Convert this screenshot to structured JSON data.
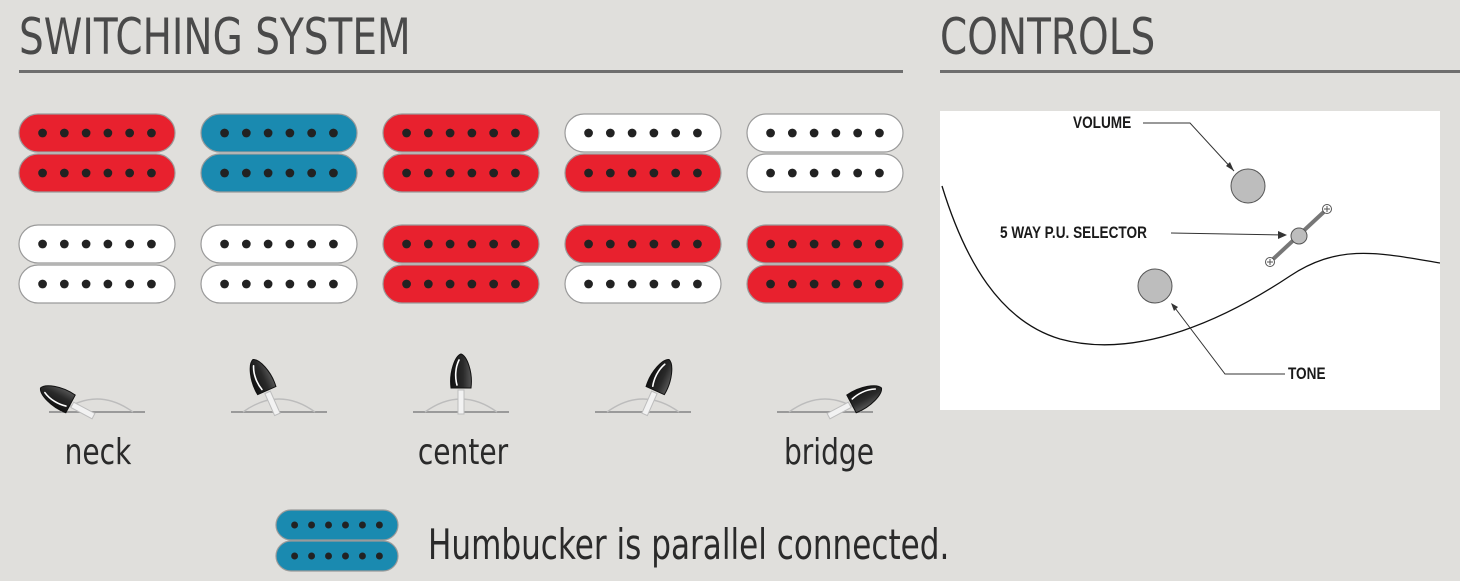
{
  "switching": {
    "title": "SWITCHING SYSTEM",
    "positions": [
      {
        "label": "neck",
        "upper": [
          "red",
          "red"
        ],
        "lower": [
          "white",
          "white"
        ],
        "lever": "full-left"
      },
      {
        "label": "",
        "upper": [
          "blue",
          "blue"
        ],
        "lower": [
          "white",
          "white"
        ],
        "lever": "half-left"
      },
      {
        "label": "center",
        "upper": [
          "red",
          "red"
        ],
        "lower": [
          "red",
          "red"
        ],
        "lever": "center"
      },
      {
        "label": "",
        "upper": [
          "white",
          "red"
        ],
        "lower": [
          "red",
          "white"
        ],
        "lever": "half-right"
      },
      {
        "label": "bridge",
        "upper": [
          "white",
          "white"
        ],
        "lower": [
          "red",
          "red"
        ],
        "lever": "full-right"
      }
    ],
    "legend": {
      "pickup_color": "blue",
      "text": "Humbucker is parallel connected."
    }
  },
  "controls": {
    "title": "CONTROLS",
    "labels": {
      "volume": "VOLUME",
      "selector": "5 WAY P.U. SELECTOR",
      "tone": "TONE"
    }
  },
  "colors": {
    "red": "#e8212e",
    "blue": "#1a8ab0",
    "white": "#ffffff",
    "pole": "#222222",
    "knob": "#bdbdbd"
  }
}
